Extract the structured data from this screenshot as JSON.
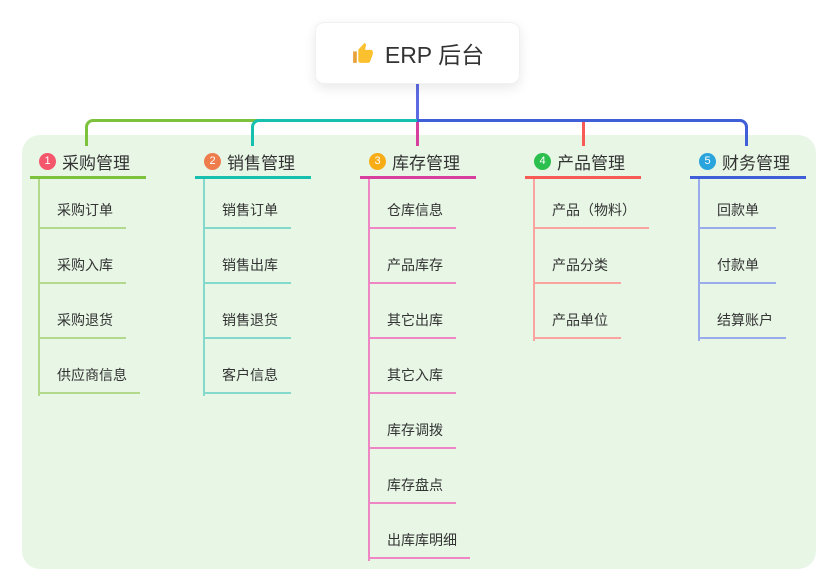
{
  "root": {
    "label": "ERP 后台",
    "icon": "thumbs-up"
  },
  "panel_color": "#e7f6e5",
  "connector": {
    "root_line_color": "#5c6be2"
  },
  "branches": [
    {
      "number": "1",
      "title": "采购管理",
      "colors": {
        "badge": "#f4566b",
        "line": "#7cc23d",
        "child_line": "#b3da8c"
      },
      "children": [
        "采购订单",
        "采购入库",
        "采购退货",
        "供应商信息"
      ]
    },
    {
      "number": "2",
      "title": "销售管理",
      "colors": {
        "badge": "#ee7c4d",
        "line": "#17bfae",
        "child_line": "#82d9cc"
      },
      "children": [
        "销售订单",
        "销售出库",
        "销售退货",
        "客户信息"
      ]
    },
    {
      "number": "3",
      "title": "库存管理",
      "colors": {
        "badge": "#f8ad17",
        "line": "#d63f9e",
        "child_line": "#ee85c5"
      },
      "children": [
        "仓库信息",
        "产品库存",
        "其它出库",
        "其它入库",
        "库存调拨",
        "库存盘点",
        "出库库明细"
      ]
    },
    {
      "number": "4",
      "title": "产品管理",
      "colors": {
        "badge": "#2bbf4e",
        "line": "#f85b55",
        "child_line": "#fba49f"
      },
      "children": [
        "产品（物料）",
        "产品分类",
        "产品单位"
      ]
    },
    {
      "number": "5",
      "title": "财务管理",
      "colors": {
        "badge": "#2aa4dc",
        "line": "#3f5ed8",
        "child_line": "#9aabec"
      },
      "children": [
        "回款单",
        "付款单",
        "结算账户"
      ]
    }
  ]
}
